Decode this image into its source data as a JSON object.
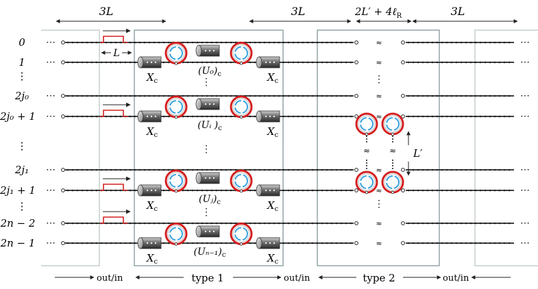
{
  "top": {
    "span_3L_a": "3L",
    "span_3L_b": "3L",
    "span_2L": "2L′ + 4ℓ",
    "span_2L_sub": "R",
    "span_3L_c": "3L"
  },
  "rows": [
    "0",
    "1",
    "⋮",
    "2j₀",
    "2j₀ + 1",
    "⋮",
    "2j₁",
    "2j₁ + 1",
    "⋮",
    "2n − 2",
    "2n − 1"
  ],
  "ellipsis": "⋯",
  "pulse_L": "L",
  "xc": "X",
  "xc_sub": "c",
  "ops": [
    "(U₀)",
    "(Uᵢ )",
    "(Uⱼ)",
    "(Uₙ₋₁)"
  ],
  "op_sub": "c",
  "Lprime": "L′",
  "approx": "≈",
  "bottom": {
    "out_in_1": "out/in",
    "type1": "type 1",
    "out_in_2": "out/in",
    "type2": "type 2",
    "out_in_3": "out/in"
  },
  "colors": {
    "pulse": "#d42020",
    "ring_outer": "#d42020",
    "ring_inner": "#3aa3e0",
    "box": "#9aa9ad",
    "wire": "#222222"
  }
}
